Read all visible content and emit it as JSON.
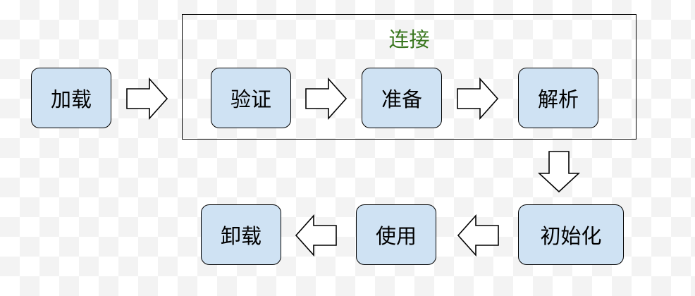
{
  "group": {
    "label": "连接",
    "label_color": "#38761d"
  },
  "nodes": {
    "load": "加载",
    "verify": "验证",
    "prepare": "准备",
    "resolve": "解析",
    "initialize": "初始化",
    "use": "使用",
    "unload": "卸载"
  },
  "colors": {
    "node_fill": "#cfe2f3",
    "stroke": "#000000",
    "arrow_fill": "#ffffff"
  }
}
